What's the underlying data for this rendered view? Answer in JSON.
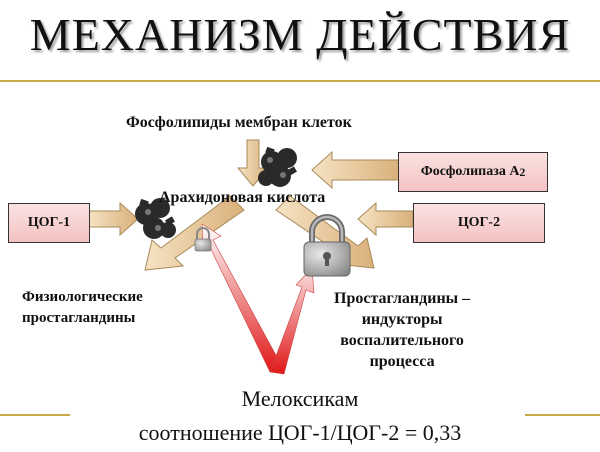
{
  "title": "МЕХАНИЗМ ДЕЙСТВИЯ",
  "phospholipids": "Фосфолипиды мембран клеток",
  "phospholipase": "Фосфолипаза А",
  "phospholipase_sub": "2",
  "arachidonic": "Арахидоновая кислота",
  "cox1": "ЦОГ-1",
  "cox2": "ЦОГ-2",
  "physio_line1": "Физиологические",
  "physio_line2": "простагландины",
  "inflam_line1": "Простагландины –",
  "inflam_line2": "индукторы",
  "inflam_line3": "воспалительного",
  "inflam_line4": "процесса",
  "drug": "Мелоксикам",
  "ratio": "соотношение ЦОГ-1/ЦОГ-2 = 0,33",
  "colors": {
    "rule": "#c9a94a",
    "arrow": "#e6c79a",
    "box": "#f4c2c2",
    "red": "#e01818"
  }
}
